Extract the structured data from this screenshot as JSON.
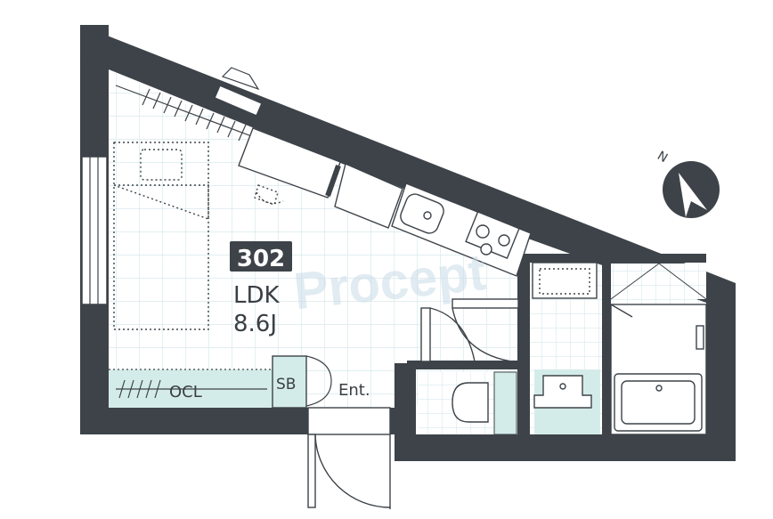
{
  "unit": {
    "number": "302"
  },
  "room": {
    "type": "LDK",
    "size": "8.6J"
  },
  "labels": {
    "closet": "OCL",
    "shoe_box": "SB",
    "entrance": "Ent."
  },
  "watermark": {
    "text": "Procept"
  },
  "colors": {
    "wall": "#3d4349",
    "floor_grid": "#d8e9ec",
    "wet_area_tint": "#d4ece9",
    "fixture_line": "#3d4349",
    "badge_bg": "#3d4349",
    "badge_text": "#ffffff"
  },
  "icons": {
    "compass": "north-arrow-icon"
  }
}
